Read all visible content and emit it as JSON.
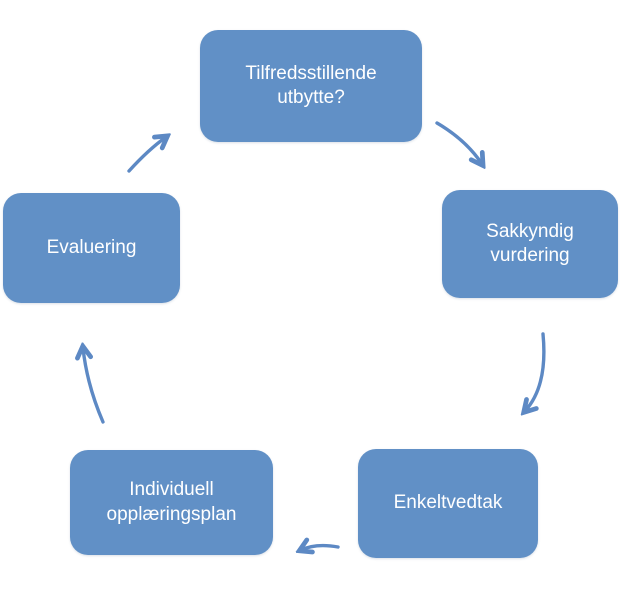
{
  "diagram": {
    "type": "cycle",
    "nodes": [
      {
        "id": "tilfredsstillende-utbytte",
        "label": "Tilfredsstillende utbytte?",
        "position": "top"
      },
      {
        "id": "sakkyndig-vurdering",
        "label": "Sakkyndig vurdering",
        "position": "right"
      },
      {
        "id": "enkeltvedtak",
        "label": "Enkeltvedtak",
        "position": "bottom-right"
      },
      {
        "id": "individuell-opplaeringsplan",
        "label": "Individuell opplæringsplan",
        "position": "bottom-left"
      },
      {
        "id": "evaluering",
        "label": "Evaluering",
        "position": "left"
      }
    ],
    "edges": [
      {
        "from": "tilfredsstillende-utbytte",
        "to": "sakkyndig-vurdering"
      },
      {
        "from": "sakkyndig-vurdering",
        "to": "enkeltvedtak"
      },
      {
        "from": "enkeltvedtak",
        "to": "individuell-opplaeringsplan"
      },
      {
        "from": "individuell-opplaeringsplan",
        "to": "evaluering"
      },
      {
        "from": "evaluering",
        "to": "tilfredsstillende-utbytte"
      }
    ]
  },
  "colors": {
    "node_fill": "#6190c6",
    "node_text": "#ffffff",
    "arrow": "#5d89c4",
    "bg": "#ffffff"
  }
}
